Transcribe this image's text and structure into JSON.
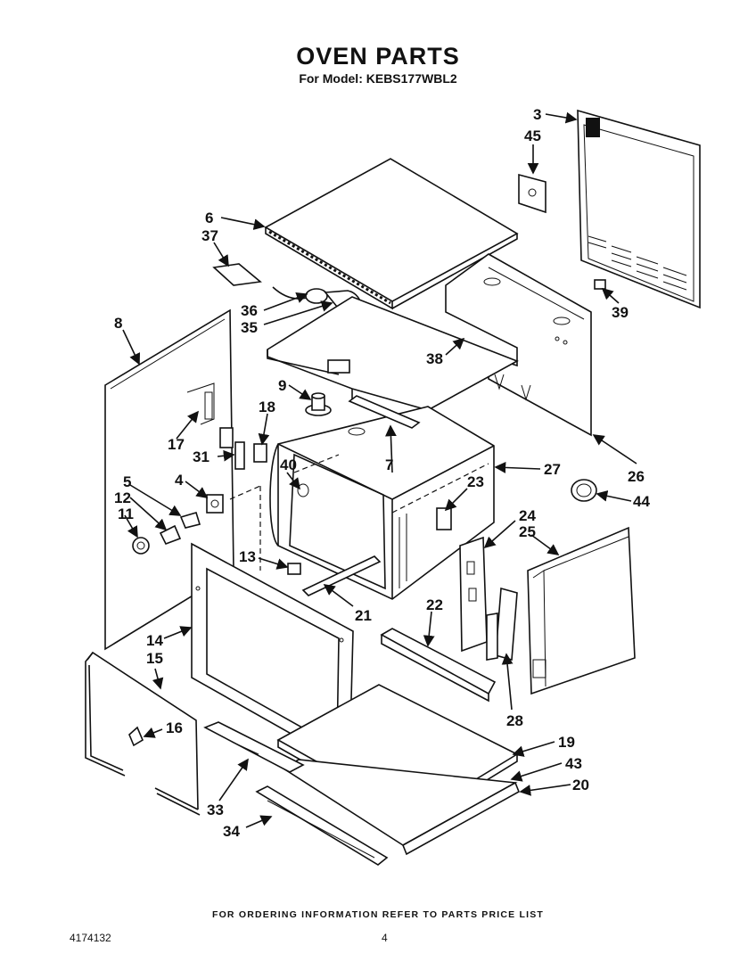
{
  "header": {
    "title": "OVEN PARTS",
    "subtitle": "For Model: KEBS177WBL2"
  },
  "footer": {
    "ordering_note": "FOR ORDERING INFORMATION REFER TO PARTS PRICE LIST",
    "document_number": "4174132",
    "page_number": "4"
  },
  "callouts": [
    "3",
    "45",
    "6",
    "37",
    "39",
    "36",
    "35",
    "38",
    "8",
    "9",
    "18",
    "17",
    "31",
    "40",
    "7",
    "27",
    "26",
    "5",
    "12",
    "4",
    "11",
    "23",
    "44",
    "24",
    "25",
    "13",
    "21",
    "22",
    "14",
    "15",
    "28",
    "16",
    "19",
    "43",
    "20",
    "33",
    "34"
  ]
}
